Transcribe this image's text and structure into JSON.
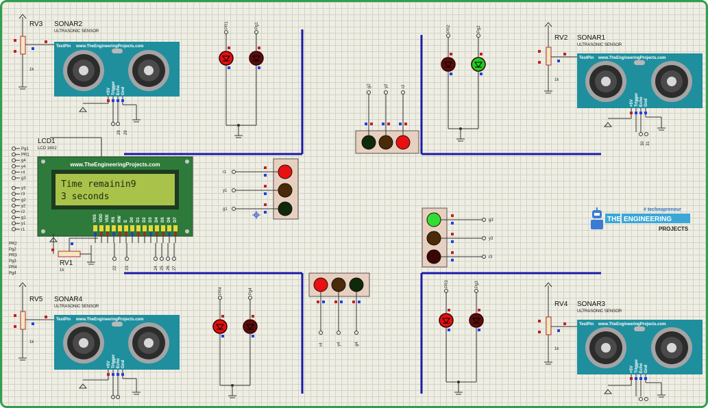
{
  "lcd": {
    "ref": "LCD1",
    "type": "LCD 16X2",
    "site": "www.TheEngineeringProjects.com",
    "line1": "Time remainin9",
    "line2": "3 seconds",
    "pins": [
      "VSS",
      "VDD",
      "VEE",
      "RS",
      "RW",
      "E",
      "D0",
      "D1",
      "D2",
      "D3",
      "D4",
      "D5",
      "D6",
      "D7"
    ],
    "pin_numbers": [
      "22",
      "23",
      "24",
      "25",
      "26",
      "27"
    ],
    "left_labels": [
      "Pg1",
      "PR1",
      "g4",
      "y4",
      "r4",
      "g3",
      "y3",
      "r3",
      "g2",
      "y2",
      "r2",
      "g1",
      "y1",
      "r1",
      "PR2",
      "Pg2",
      "PR3",
      "Pg3",
      "PR4",
      "Pg4"
    ]
  },
  "sonars": [
    {
      "ref": "SONAR2",
      "subtitle": "ULTRASONIC SENSOR",
      "pot": "RV3",
      "pot_value": "1k",
      "nums": [
        "28",
        "29"
      ]
    },
    {
      "ref": "SONAR1",
      "subtitle": "ULTRASONIC SENSOR",
      "pot": "RV2",
      "pot_value": "1k",
      "nums": [
        "30",
        "31"
      ]
    },
    {
      "ref": "SONAR4",
      "subtitle": "ULTRASONIC SENSOR",
      "pot": "RV5",
      "pot_value": "1k",
      "nums": []
    },
    {
      "ref": "SONAR3",
      "subtitle": "ULTRASONIC SENSOR",
      "pot": "RV4",
      "pot_value": "1k",
      "nums": []
    }
  ],
  "sonar_common": {
    "testpin": "TestPin",
    "site": "www.TheEngineeringProjects.com",
    "pins": [
      "+5V",
      "Trigger",
      "Echo",
      "Gnd"
    ]
  },
  "rv1": {
    "ref": "RV1",
    "value": "1k"
  },
  "ped_lights": [
    {
      "labels": [
        "PR1",
        "Pg1"
      ],
      "states": [
        "red",
        "dark"
      ]
    },
    {
      "labels": [
        "PR2",
        "Pg2"
      ],
      "states": [
        "dark",
        "green"
      ]
    },
    {
      "labels": [
        "PR4",
        "Pg4"
      ],
      "states": [
        "red",
        "dark"
      ]
    },
    {
      "labels": [
        "PR3",
        "Pg3"
      ],
      "states": [
        "red",
        "dark"
      ]
    }
  ],
  "traffic_lights": [
    {
      "name": "top",
      "labels": [
        "g2",
        "y2",
        "r2"
      ],
      "states": [
        "dark-green",
        "dark-amber",
        "red"
      ]
    },
    {
      "name": "left",
      "labels": [
        "r1",
        "y1",
        "g1"
      ],
      "states": [
        "red",
        "dark-amber",
        "dark-green"
      ]
    },
    {
      "name": "right",
      "labels": [
        "g3",
        "y3",
        "r3"
      ],
      "states": [
        "green",
        "dark-amber",
        "dark-red"
      ]
    },
    {
      "name": "bottom",
      "labels": [
        "r4",
        "y4",
        "g4"
      ],
      "states": [
        "red",
        "dark-amber",
        "dark-green"
      ]
    }
  ],
  "logo": {
    "tagline": "# technopreneur",
    "line1": "THE",
    "line2": "ENGINEERING",
    "line3": "PROJECTS"
  },
  "colors": {
    "road": "#1a1aa8",
    "sensor": "#1f8f9e",
    "pcb": "#2e7a3a",
    "lcd": "#a9c24a",
    "red_on": "#e01010",
    "green_on": "#22cc22",
    "frame": "#2f9e4f"
  }
}
